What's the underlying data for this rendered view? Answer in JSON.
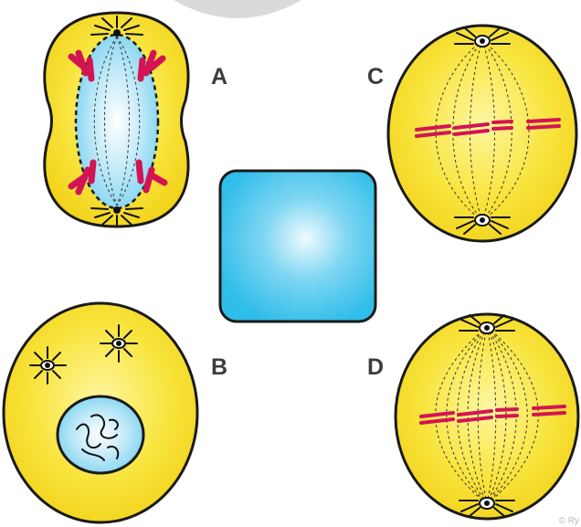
{
  "labels": {
    "a": "A",
    "b": "B",
    "c": "C",
    "d": "D"
  },
  "credit": "© Ry",
  "colors": {
    "cell_fill": "#f7e13a",
    "cell_outline": "#1a1a1a",
    "nucleus_fill": "#a9e4f6",
    "center_box_fill": "#45c4ee",
    "chromosome": "#d21455",
    "spindle": "#333333",
    "label_text": "#3c3c3c",
    "top_arc": "#d8dadc"
  },
  "icons": [
    "centrosome-icon",
    "chromosome-icon",
    "spindle-fiber-icon",
    "nucleus-icon"
  ]
}
